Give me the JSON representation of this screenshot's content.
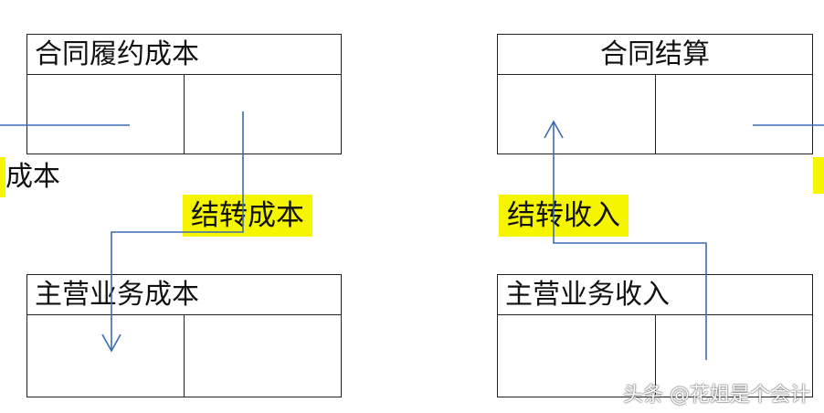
{
  "accounts": {
    "contract_cost": {
      "title": "合同履约成本"
    },
    "contract_settlement": {
      "title": "合同结算"
    },
    "main_business_cost": {
      "title": "主营业务成本"
    },
    "main_business_revenue": {
      "title": "主营业务收入"
    }
  },
  "flows": {
    "transfer_cost": "结转成本",
    "transfer_revenue": "结转收入"
  },
  "fragments": {
    "left_edge": "成本"
  },
  "watermark": "头条 @花姐是个会计",
  "colors": {
    "arrow": "#3d6bb3",
    "highlight": "#f5f500",
    "border": "#222222"
  }
}
